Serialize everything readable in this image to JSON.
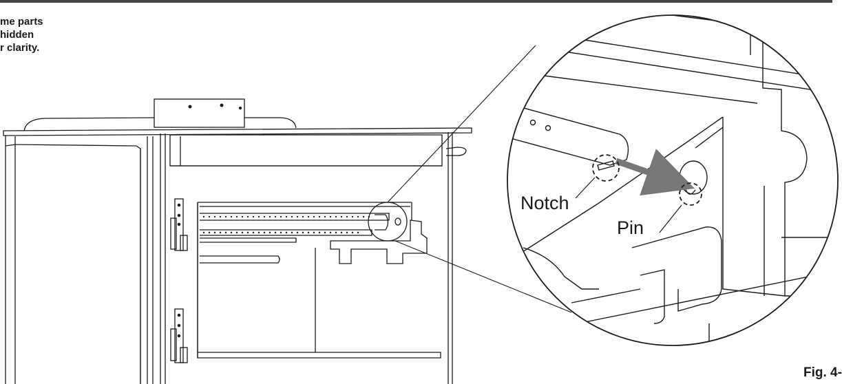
{
  "note": {
    "lines": [
      "me parts",
      "hidden",
      "r clarity."
    ]
  },
  "callouts": {
    "notch": "Notch",
    "pin": "Pin"
  },
  "figure": {
    "label": "Fig. 4-"
  },
  "colors": {
    "line": "#1a1a1a",
    "arrow": "#777777",
    "top_bar": "#444444",
    "background": "#ffffff"
  }
}
